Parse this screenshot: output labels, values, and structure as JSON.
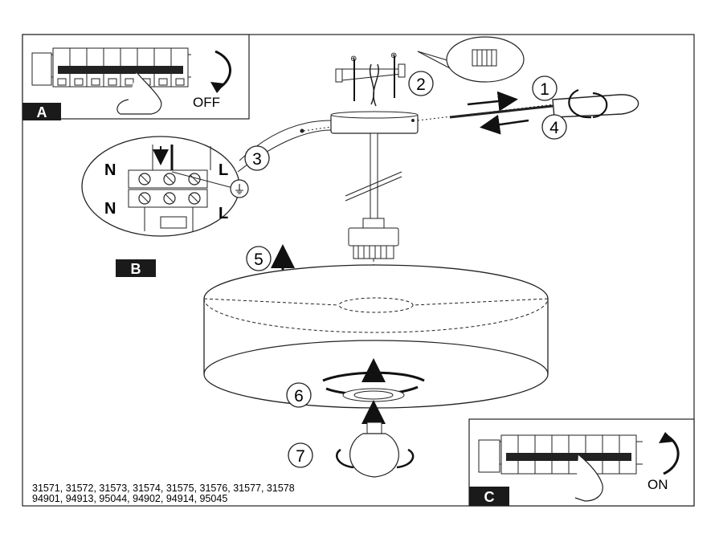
{
  "panels": {
    "a": {
      "letter": "A",
      "switch_label": "OFF"
    },
    "b": {
      "letter": "B"
    },
    "c": {
      "letter": "C",
      "switch_label": "ON"
    }
  },
  "wiring": {
    "n_top": "N",
    "l_top": "L",
    "n_bottom": "N",
    "l_bottom": "L",
    "ground_symbol": "⏚"
  },
  "steps": [
    "1",
    "2",
    "3",
    "4",
    "5",
    "6",
    "7"
  ],
  "model_numbers": {
    "line1": "31571, 31572, 31573, 31574, 31575, 31576, 31577, 31578",
    "line2": "94901, 94913, 95044, 94902, 94914, 95045"
  },
  "colors": {
    "ink": "#111111",
    "panel_letter_bg": "#1a1a1a",
    "panel_letter_fg": "#ffffff",
    "paper": "#ffffff"
  }
}
